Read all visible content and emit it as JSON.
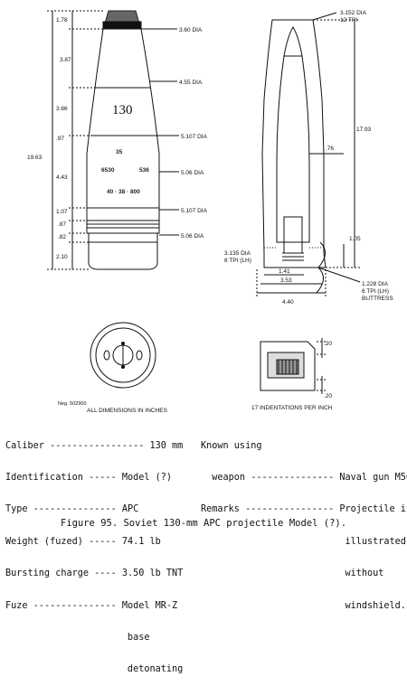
{
  "left_view": {
    "overall_length": "19.63",
    "dims_left": [
      "1.78",
      "3.87",
      "3.66",
      ".97",
      "4.43",
      "1.07",
      ".87",
      ".82",
      "2.10"
    ],
    "diameters": [
      "3.60 DIA",
      "4.55 DIA",
      "5.107 DIA",
      "5.06 DIA",
      "5.107 DIA",
      "5.06 DIA"
    ],
    "markings": [
      "130",
      "35",
      "6530",
      "536",
      "40 · 38 · 800"
    ]
  },
  "right_view": {
    "top_thread": [
      "3.152 DIA",
      "12 TPI"
    ],
    "length": "17.93",
    "wall": ".76",
    "base_depth": "1.05",
    "base_thread": [
      "3.135 DIA",
      "8 TPI (LH)"
    ],
    "base_dims": [
      "1.41",
      "3.53",
      "4.40"
    ],
    "buttress": [
      "1.228 DIA",
      "6 TPI (LH)",
      "BUTTRESS"
    ]
  },
  "base_view": {
    "neg_label": "Neg. 502900",
    "note": "ALL DIMENSIONS IN INCHES"
  },
  "detail_view": {
    "dim_top": ".20",
    "dim_bottom": ".20",
    "note": "17 INDENTATIONS PER INCH"
  },
  "specs_left": [
    {
      "label": "Caliber ",
      "dashes": "-----------------",
      "value": " 130 mm"
    },
    {
      "label": "Identification ",
      "dashes": "-----",
      "value": " Model (?)"
    },
    {
      "label": "Type ",
      "dashes": "---------------",
      "value": " APC"
    },
    {
      "label": "Weight (fuzed) ",
      "dashes": "-----",
      "value": " 74.1 lb"
    },
    {
      "label": "Bursting charge ",
      "dashes": "----",
      "value": " 3.50 lb TNT"
    },
    {
      "label": "Fuze ",
      "dashes": "---------------",
      "value": " Model MR-Z"
    },
    {
      "label": "",
      "dashes": "",
      "value": "                      base"
    },
    {
      "label": "",
      "dashes": "",
      "value": "                      detonating"
    }
  ],
  "specs_right": [
    {
      "text": "Known using"
    },
    {
      "text": "  weapon --------------- Naval gun M50"
    },
    {
      "text": "Remarks ---------------- Projectile is"
    },
    {
      "text": "                          illustrated"
    },
    {
      "text": "                          without"
    },
    {
      "text": "                          windshield."
    }
  ],
  "caption": "Figure 95.  Soviet 130-mm APC projectile Model (?)."
}
